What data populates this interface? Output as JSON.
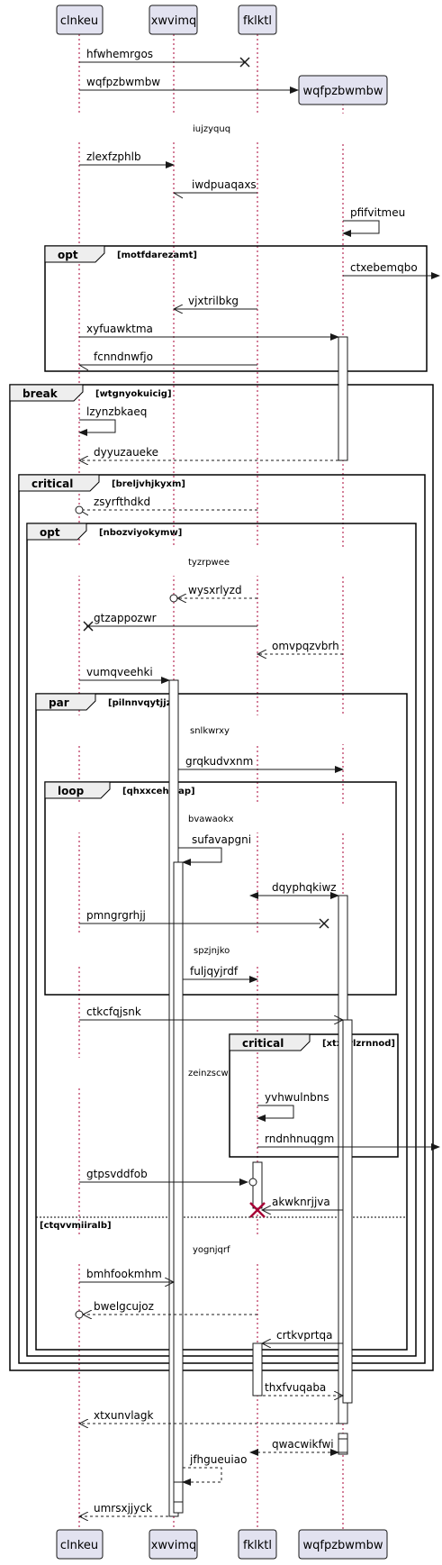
{
  "participants": [
    {
      "id": "a",
      "label": "clnkeu"
    },
    {
      "id": "b",
      "label": "xwvimq"
    },
    {
      "id": "c",
      "label": "fklktl"
    },
    {
      "id": "d",
      "label": "wqfpzbwmbw"
    }
  ],
  "messages": [
    {
      "id": "m1",
      "label": "hfwhemrgos"
    },
    {
      "id": "m2",
      "label": "wqfpzbwmbw"
    },
    {
      "id": "m3",
      "label": "zlexfzphlb"
    },
    {
      "id": "m4",
      "label": "iwdpuaqaxs"
    },
    {
      "id": "m5",
      "label": "pfifvitmeu"
    },
    {
      "id": "m6",
      "label": "ctxebemqbo"
    },
    {
      "id": "m7",
      "label": "vjxtrilbkg"
    },
    {
      "id": "m8",
      "label": "xyfuawktma"
    },
    {
      "id": "m9",
      "label": "fcnndnwfjo"
    },
    {
      "id": "m10",
      "label": "lzynzbkaeq"
    },
    {
      "id": "m11",
      "label": "dyyuzaueke"
    },
    {
      "id": "m12",
      "label": "zsyrfthdkd"
    },
    {
      "id": "m13",
      "label": "wysxrlyzd"
    },
    {
      "id": "m14",
      "label": "gtzappozwr"
    },
    {
      "id": "m15",
      "label": "omvpqzvbrh"
    },
    {
      "id": "m16",
      "label": "vumqveehki"
    },
    {
      "id": "m17",
      "label": "grqkudvxnm"
    },
    {
      "id": "m18",
      "label": "sufavapgni"
    },
    {
      "id": "m19",
      "label": "dqyphqkiwz"
    },
    {
      "id": "m20",
      "label": "pmngrgrhjj"
    },
    {
      "id": "m21",
      "label": "fuljqyjrdf"
    },
    {
      "id": "m22",
      "label": "ctkcfqjsnk"
    },
    {
      "id": "m23",
      "label": "yvhwulnbns"
    },
    {
      "id": "m24",
      "label": "rndnhnuqgm"
    },
    {
      "id": "m25",
      "label": "gtpsvddfob"
    },
    {
      "id": "m26",
      "label": "akwknrjjva"
    },
    {
      "id": "m27",
      "label": "bmhfookmhm"
    },
    {
      "id": "m28",
      "label": "bwelgcujoz"
    },
    {
      "id": "m29",
      "label": "crtkvprtqa"
    },
    {
      "id": "m30",
      "label": "thxfvuqaba"
    },
    {
      "id": "m31",
      "label": "xtxunvlagk"
    },
    {
      "id": "m32",
      "label": "qwacwikfwi"
    },
    {
      "id": "m33",
      "label": "jfhgueuiao"
    },
    {
      "id": "m34",
      "label": "umrsxjjyck"
    }
  ],
  "dividers": [
    {
      "id": "d1",
      "label": "iujzyquq"
    },
    {
      "id": "d2",
      "label": "tyzrpwee"
    },
    {
      "id": "d3",
      "label": "snlkwrxy"
    },
    {
      "id": "d4",
      "label": "bvawaokx"
    },
    {
      "id": "d5",
      "label": "spzjnjko"
    },
    {
      "id": "d6",
      "label": "zeinzscw"
    },
    {
      "id": "d7",
      "label": "yognjqrf"
    }
  ],
  "fragments": [
    {
      "id": "f1",
      "kind": "opt",
      "guard": "[motfdarezamt]"
    },
    {
      "id": "f2",
      "kind": "break",
      "guard": "[wtgnyokuicig]"
    },
    {
      "id": "f3",
      "kind": "critical",
      "guard": "[breljvhjkyxm]"
    },
    {
      "id": "f4",
      "kind": "opt",
      "guard": "[nbozviyokymw]"
    },
    {
      "id": "f5",
      "kind": "par",
      "guard": "[pilnnvqytjjz]",
      "else_guard": "[ctqvvmiiralb]"
    },
    {
      "id": "f6",
      "kind": "loop",
      "guard": "[qhxxcehnjap]"
    },
    {
      "id": "f7",
      "kind": "critical",
      "guard": "[xtxerlzrnnod]"
    }
  ],
  "colors": {
    "participant_fill": "#e2e2f0",
    "participant_stroke": "#181818",
    "lifeline": "#a80036",
    "line": "#181818",
    "destroy": "#a80036",
    "background": "#ffffff"
  }
}
